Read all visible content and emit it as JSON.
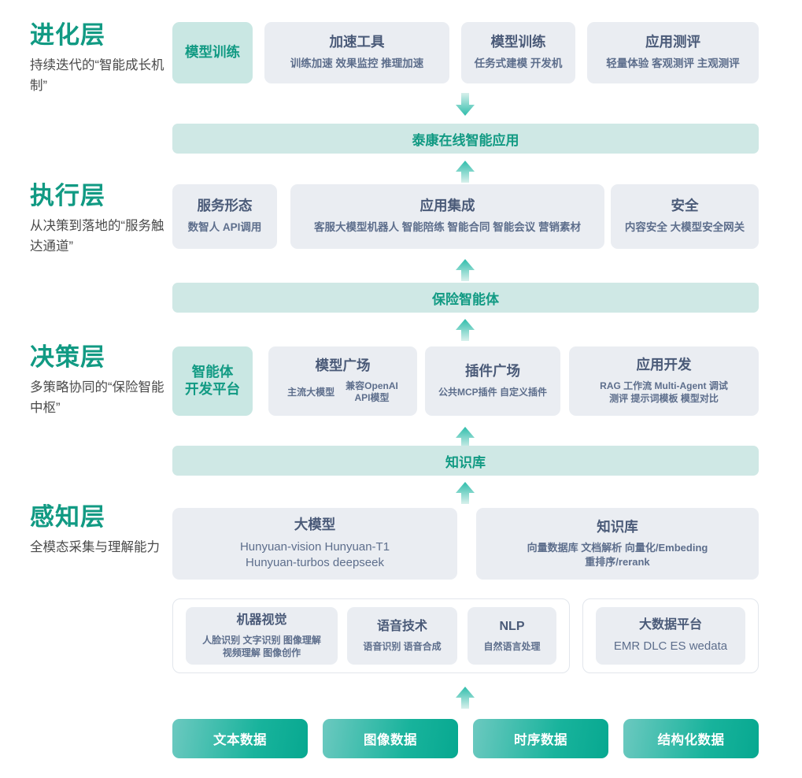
{
  "colors": {
    "accent_teal": "#119a83",
    "box_grey": "#eaedf2",
    "box_teal": "#c9e7e3",
    "bar_teal": "#cfe8e5",
    "text_blue": "#4a5a78",
    "chip_gradient_start": "#6cc9c0",
    "chip_gradient_end": "#07a890"
  },
  "layers": [
    {
      "title": "进化层",
      "subtitle": "持续迭代的“智能成长机制”"
    },
    {
      "title": "执行层",
      "subtitle": "从决策到落地的“服务触达通道”"
    },
    {
      "title": "决策层",
      "subtitle": "多策略协同的“保险智能中枢”"
    },
    {
      "title": "感知层",
      "subtitle": "全模态采集与理解能力"
    }
  ],
  "evolution_boxes": [
    {
      "title": "模型训练",
      "sub": ""
    },
    {
      "title": "加速工具",
      "sub": "训练加速 效果监控 推理加速"
    },
    {
      "title": "模型训练",
      "sub": "任务式建模 开发机"
    },
    {
      "title": "应用测评",
      "sub": "轻量体验 客观测评 主观测评"
    }
  ],
  "bars": [
    {
      "label": "泰康在线智能应用"
    },
    {
      "label": "保险智能体"
    },
    {
      "label": "知识库"
    }
  ],
  "execution_boxes": [
    {
      "title": "服务形态",
      "sub": "数智人  API调用"
    },
    {
      "title": "应用集成",
      "sub": "客服大模型机器人 智能陪练 智能合同 智能会议 营销素材"
    },
    {
      "title": "安全",
      "sub": "内容安全 大模型安全网关"
    }
  ],
  "decision_boxes": [
    {
      "title": "智能体\n开发平台",
      "sub": ""
    },
    {
      "title": "模型广场",
      "sub_left": "主流大模型",
      "sub_right": "兼容OpenAI\nAPI模型"
    },
    {
      "title": "插件广场",
      "sub": "公共MCP插件 自定义插件"
    },
    {
      "title": "应用开发",
      "sub": "RAG 工作流 Multi-Agent 调试\n测评 提示词模板 模型对比"
    }
  ],
  "perception_top_boxes": [
    {
      "title": "大模型",
      "sub": "Hunyuan-vision Hunyuan-T1\nHunyuan-turbos deepseek"
    },
    {
      "title": "知识库",
      "sub": "向量数据库 文档解析 向量化/Embeding\n重排序/rerank"
    }
  ],
  "perception_bottom_boxes": [
    {
      "title": "机器视觉",
      "sub": "人脸识别 文字识别 图像理解\n视频理解 图像创作"
    },
    {
      "title": "语音技术",
      "sub": "语音识别 语音合成"
    },
    {
      "title": "NLP",
      "sub": "自然语言处理"
    },
    {
      "title": "大数据平台",
      "sub": "EMR DLC ES wedata"
    }
  ],
  "data_chips": [
    {
      "label": "文本数据"
    },
    {
      "label": "图像数据"
    },
    {
      "label": "时序数据"
    },
    {
      "label": "结构化数据"
    }
  ]
}
